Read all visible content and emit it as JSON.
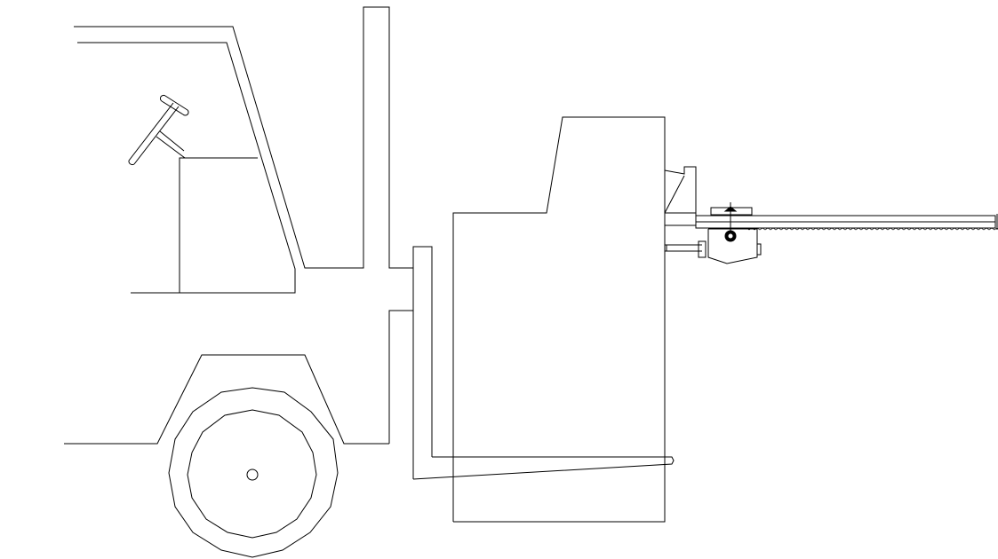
{
  "drawing": {
    "background": "#ffffff",
    "line_color": "#000000",
    "parts": [
      "forklift-cab",
      "steering-wheel",
      "seat",
      "mast",
      "fork-carriage",
      "fork-tine",
      "machine-housing",
      "saw-bar-assembly",
      "front-wheel"
    ]
  }
}
